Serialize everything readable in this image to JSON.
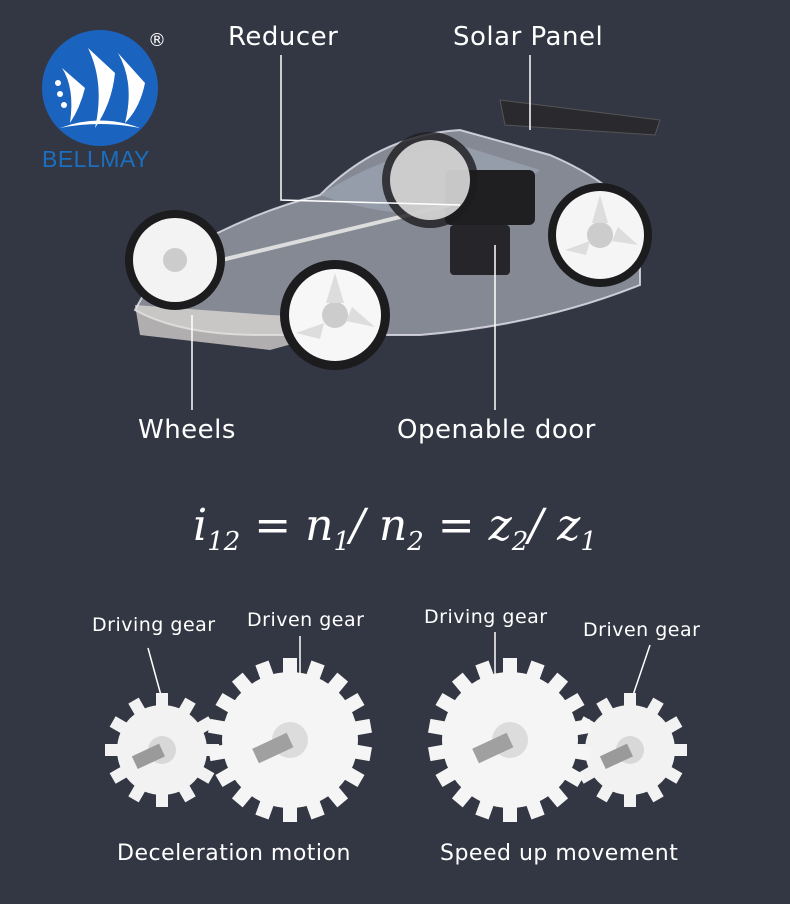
{
  "brand": {
    "name": "BELLMAY",
    "registered_mark": "®",
    "logo_icon": "sail-logo-icon"
  },
  "car_labels": {
    "reducer": "Reducer",
    "solar_panel": "Solar Panel",
    "wheels": "Wheels",
    "openable_door": "Openable door"
  },
  "formula": {
    "i": "i",
    "i_sub": "12",
    "eq1": " = ",
    "n1": "n",
    "n1_sub": "1",
    "slash1": "/ ",
    "n2": "n",
    "n2_sub": "2",
    "eq2": " = ",
    "z2": "z",
    "z2_sub": "2",
    "slash2": "/ ",
    "z1": "z",
    "z1_sub": "1"
  },
  "gears_left": {
    "driving": "Driving gear",
    "driven": "Driven gear",
    "caption": "Deceleration motion"
  },
  "gears_right": {
    "driving": "Driving gear",
    "driven": "Driven gear",
    "caption": "Speed up movement"
  },
  "colors": {
    "background": "#333743",
    "brand_blue": "#1a6fc2",
    "text": "#ffffff"
  }
}
